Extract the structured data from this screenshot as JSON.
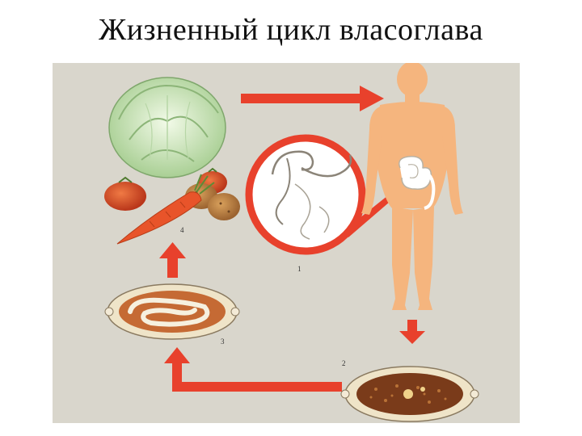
{
  "title": "Жизненный цикл власоглава",
  "stage_labels": {
    "s1": "1",
    "s2": "2",
    "s3": "3",
    "s4": "4"
  },
  "colors": {
    "background": "#d9d6cc",
    "arrow": "#e8412c",
    "body": "#f5b57e",
    "cabbage": "#cfe6c2",
    "carrot": "#e8542a",
    "egg_shell": "#efe4c8",
    "egg_inner": "#7a3b1a"
  },
  "icons": {
    "vegetables": "vegetables-icon",
    "human": "human-body-icon",
    "worm": "whipworm-icon",
    "egg_embryonated": "egg-larva-icon",
    "egg_fresh": "egg-unembryonated-icon"
  }
}
